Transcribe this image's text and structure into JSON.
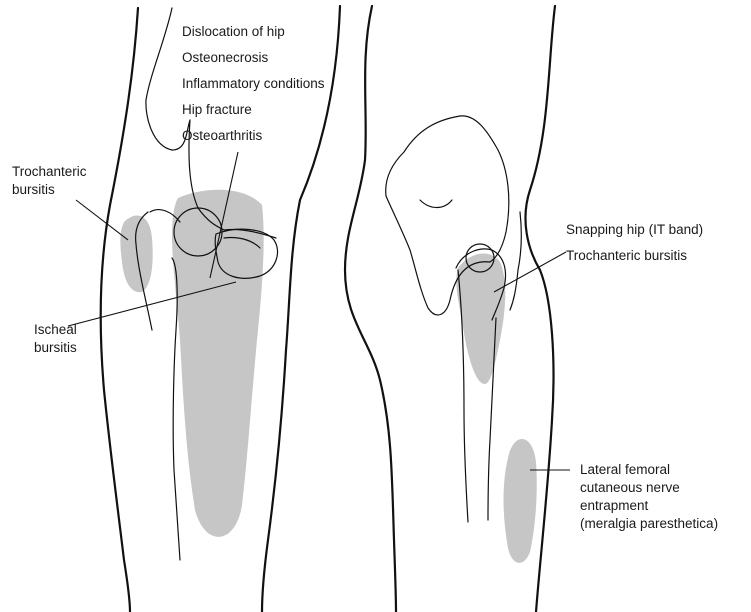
{
  "figure": {
    "anterior_view": {
      "list_labels": [
        "Dislocation of hip",
        "Osteonecrosis",
        "Inflammatory conditions",
        "Hip fracture",
        "Osteoarthritis"
      ],
      "trochanteric_bursitis": [
        "Trochanteric",
        "bursitis"
      ],
      "ischeal_bursitis": [
        "Ischeal",
        "bursitis"
      ]
    },
    "lateral_view": {
      "snapping_hip": "Snapping hip (IT band)",
      "trochanteric_bursitis": "Trochanteric bursitis",
      "lateral_femoral": [
        "Lateral femoral",
        "cutaneous nerve",
        "entrapment",
        "(meralgia paresthetica)"
      ]
    },
    "colors": {
      "line": "#111111",
      "pain_region": "#c6c6c6",
      "background": "#ffffff"
    }
  }
}
